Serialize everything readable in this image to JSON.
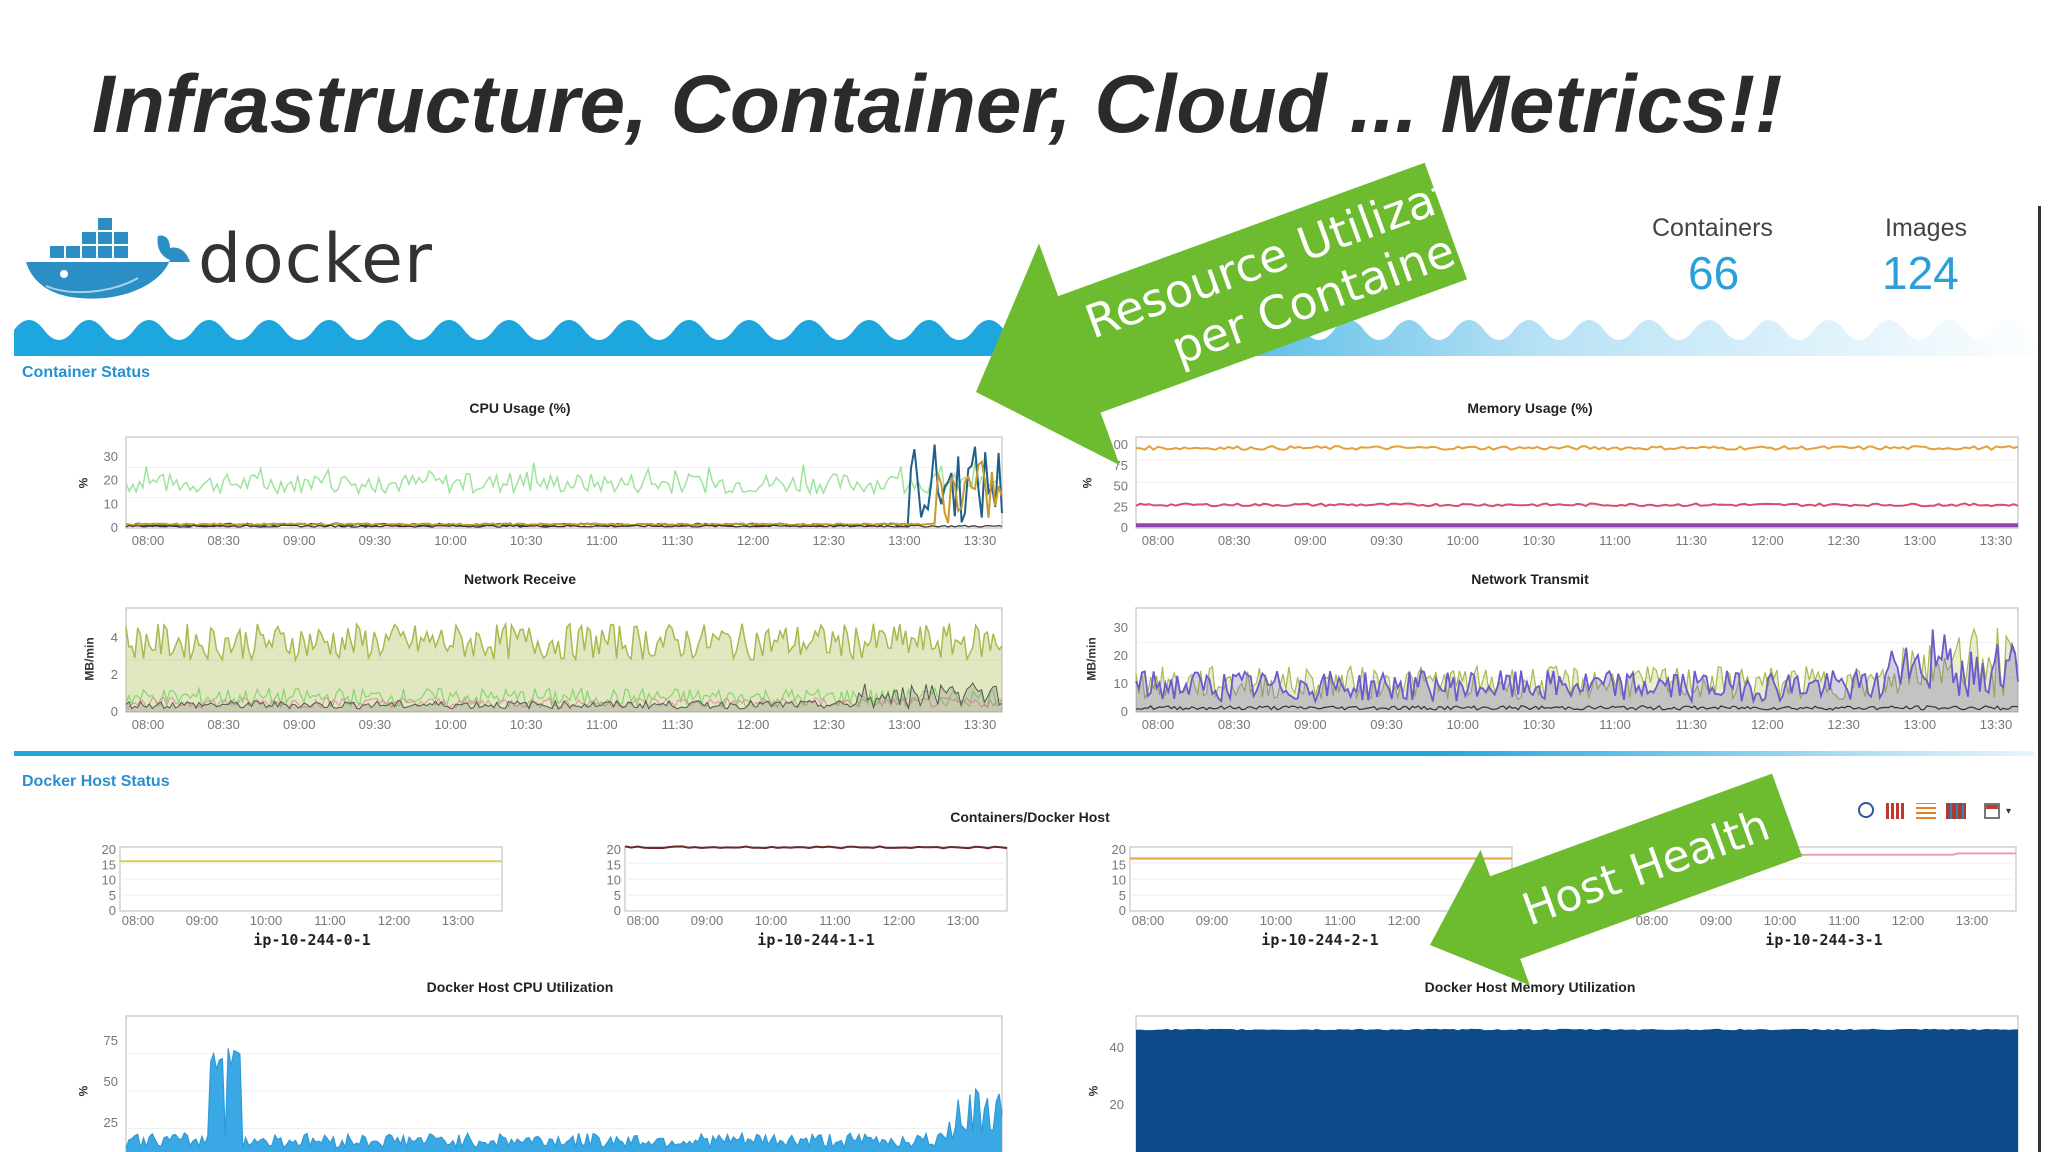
{
  "slide": {
    "title": "Infrastructure, Container, Cloud ... Metrics!!"
  },
  "header": {
    "logo_text": "docker",
    "stats": [
      {
        "label": "Containers",
        "value": "66"
      },
      {
        "label": "Images",
        "value": "124"
      }
    ]
  },
  "callouts": [
    {
      "lines": [
        "Resource Utilization",
        "per Containers"
      ],
      "color": "#6dbb2f"
    },
    {
      "lines": [
        "Host Health"
      ],
      "color": "#6dbb2f"
    }
  ],
  "container_status": {
    "section_title": "Container Status",
    "time_ticks": [
      "08:00",
      "08:30",
      "09:00",
      "09:30",
      "10:00",
      "10:30",
      "11:00",
      "11:30",
      "12:00",
      "12:30",
      "13:00",
      "13:30"
    ],
    "charts": [
      {
        "title": "CPU Usage (%)",
        "ylabel": "%",
        "yticks": [
          "30",
          "20",
          "10",
          "0"
        ]
      },
      {
        "title": "Memory Usage (%)",
        "ylabel": "%",
        "yticks": [
          "100",
          "75",
          "50",
          "25",
          "0"
        ]
      },
      {
        "title": "Network Receive",
        "ylabel": "MB/min",
        "yticks": [
          "4",
          "2",
          "0"
        ]
      },
      {
        "title": "Network Transmit",
        "ylabel": "MB/min",
        "yticks": [
          "30",
          "20",
          "10",
          "0"
        ]
      }
    ]
  },
  "host_status": {
    "section_title": "Docker Host Status",
    "containers_per_host_title": "Containers/Docker Host",
    "host_ticks": [
      "08:00",
      "09:00",
      "10:00",
      "11:00",
      "12:00",
      "13:00"
    ],
    "host_yticks": [
      "20",
      "15",
      "10",
      "5",
      "0"
    ],
    "hosts": [
      {
        "label": "ip-10-244-0-1"
      },
      {
        "label": "ip-10-244-1-1"
      },
      {
        "label": "ip-10-244-2-1"
      },
      {
        "label": "ip-10-244-3-1"
      }
    ],
    "cpu_title": "Docker Host CPU Utilization",
    "cpu_ylabel": "%",
    "cpu_yticks": [
      "75",
      "50",
      "25"
    ],
    "mem_title": "Docker Host Memory Utilization",
    "mem_ylabel": "%",
    "mem_yticks": [
      "40",
      "20"
    ],
    "toolbar_icons": [
      "clock-icon",
      "bar-chart-icon",
      "settings-sliders-icon",
      "grid-chart-icon",
      "export-icon"
    ]
  },
  "colors": {
    "accent": "#2a9fd8",
    "wave": "#1ea6de",
    "arrow": "#6dbb2f",
    "mem_fill": "#0d4a8a",
    "cpu_fill": "#3aa8e4"
  }
}
